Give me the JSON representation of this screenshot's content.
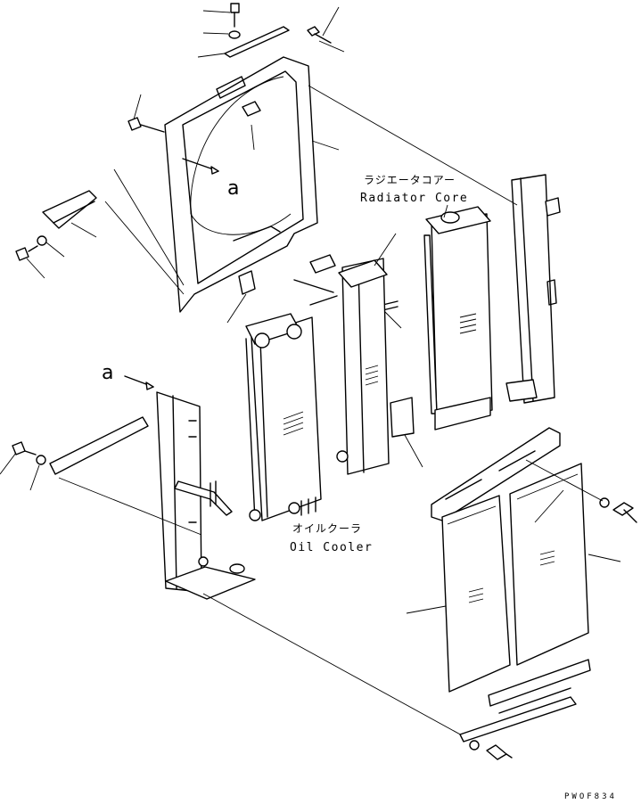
{
  "labels": {
    "radiator_core_jp": "ラジエータコアー",
    "radiator_core_en": "Radiator Core",
    "oil_cooler_jp": "オイルクーラ",
    "oil_cooler_en": "Oil Cooler",
    "view_marker_top": "a",
    "view_marker_left": "a",
    "drawing_code": "PWOF834"
  }
}
